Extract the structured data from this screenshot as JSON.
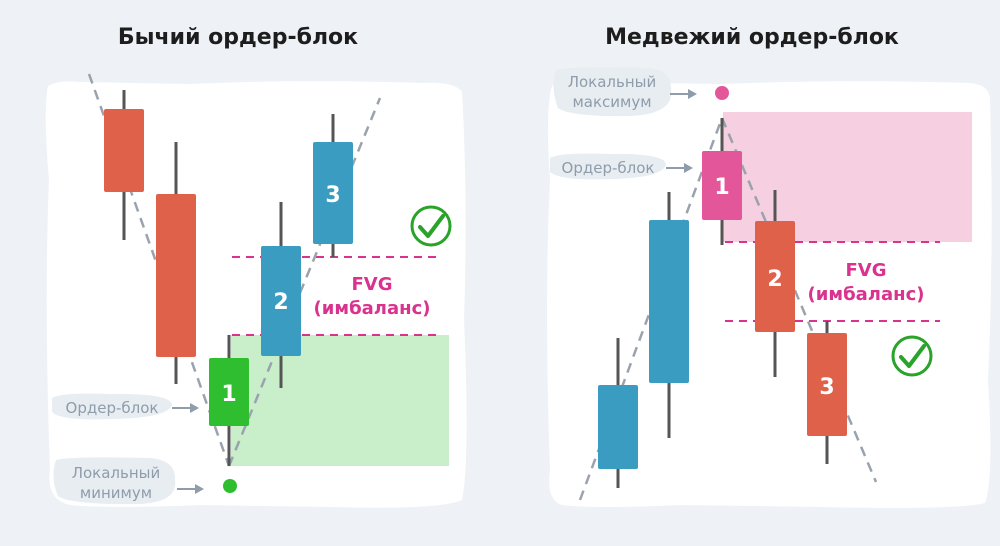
{
  "bullish": {
    "title": "Бычий ордер-блок",
    "label_order_block": "Ордер-блок",
    "label_local_line1": "Локальный",
    "label_local_line2": "минимум",
    "fvg_line1": "FVG",
    "fvg_line2": "(имбаланс)",
    "num_1": "1",
    "num_2": "2",
    "num_3": "3"
  },
  "bearish": {
    "title": "Медвежий ордер-блок",
    "label_order_block": "Ордер-блок",
    "label_local_line1": "Локальный",
    "label_local_line2": "максимум",
    "fvg_line1": "FVG",
    "fvg_line2": "(имбаланс)",
    "num_1": "1",
    "num_2": "2",
    "num_3": "3"
  },
  "colors": {
    "bear_candle": "#e0614a",
    "bull_candle_blue": "#3a9cc0",
    "order_block_green": "#2fbe2f",
    "order_block_pink": "#e4569a",
    "zone_green": "#c8efca",
    "zone_pink": "#f6cfe0",
    "fvg_magenta": "#d9338f",
    "wick": "#555555",
    "trend": "#9aa3ad",
    "check": "#2aa32a"
  }
}
